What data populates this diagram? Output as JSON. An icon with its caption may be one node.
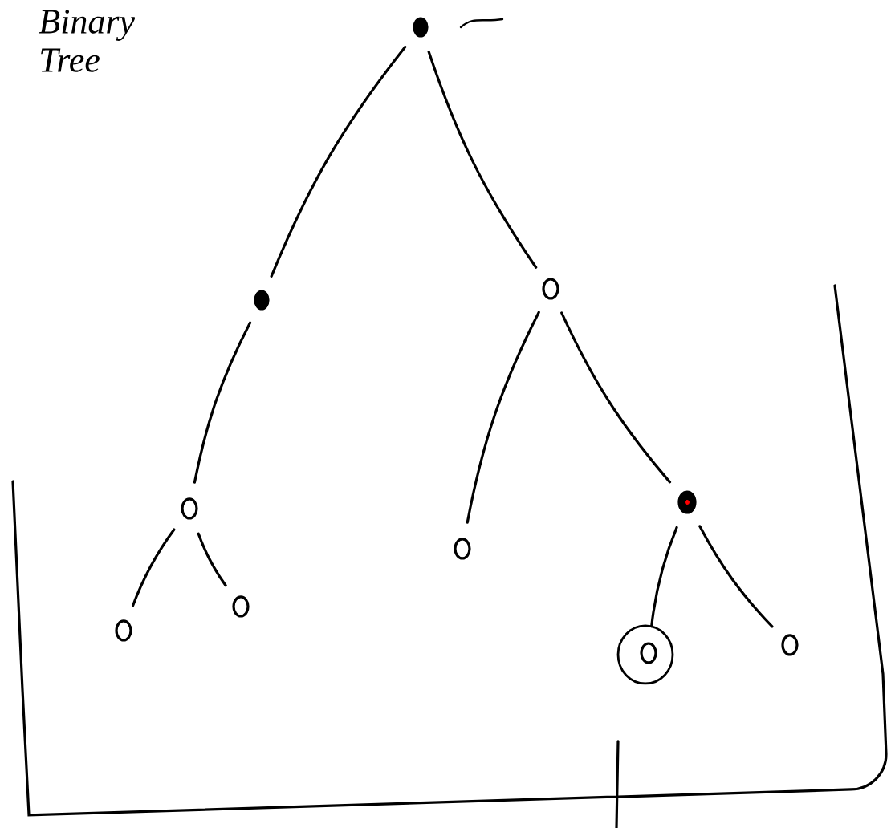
{
  "diagram": {
    "nodes": [
      {
        "text": [],
        "shape": "circle"
      },
      {
        "text": [],
        "shape": "circle"
      },
      {
        "text": [],
        "shape": "circle"
      },
      {
        "text": [],
        "shape": "circle"
      },
      {
        "text": [],
        "shape": "circle"
      },
      {
        "text": [],
        "shape": "circle"
      },
      {
        "text": [],
        "shape": "circle"
      },
      {
        "text": [],
        "shape": "circle"
      },
      {
        "text": [],
        "shape": "circle"
      },
      {
        "text": [],
        "shape": "circle"
      }
    ],
    "edges": [
      {
        "from": 0,
        "to": 1,
        "arrow": "none"
      },
      {
        "from": 0,
        "to": 2,
        "arrow": "none"
      },
      {
        "from": 1,
        "to": 3,
        "arrow": "none"
      },
      {
        "from": 3,
        "to": 6,
        "arrow": "none"
      },
      {
        "from": 3,
        "to": 7,
        "arrow": "none"
      },
      {
        "from": 2,
        "to": 4,
        "arrow": "none"
      },
      {
        "from": 2,
        "to": 5,
        "arrow": "none"
      },
      {
        "from": 5,
        "to": 8,
        "arrow": "none"
      },
      {
        "from": 5,
        "to": 9,
        "arrow": "none"
      }
    ],
    "labels": [
      "Binary Tree"
    ]
  }
}
